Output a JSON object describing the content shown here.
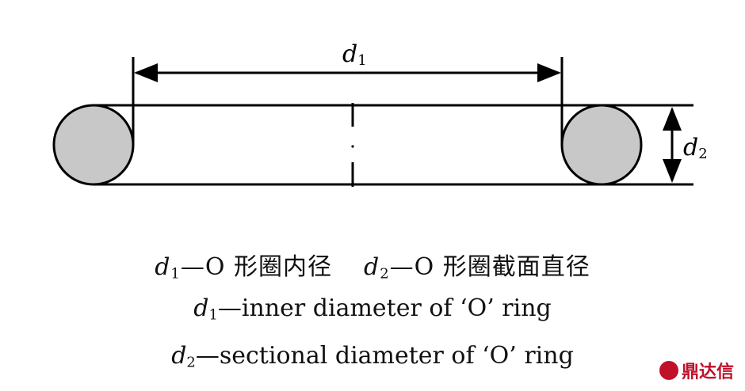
{
  "diagram": {
    "label_d1_letter": "d",
    "label_d1_sub": "1",
    "label_d2_letter": "d",
    "label_d2_sub": "2"
  },
  "captions": {
    "cn": {
      "d1_letter": "d",
      "d1_sub": "1",
      "d1_text": "—O 形圈内径",
      "d2_letter": "d",
      "d2_sub": "2",
      "d2_text": "—O 形圈截面直径"
    },
    "en1": {
      "letter": "d",
      "sub": "1",
      "text": "—inner diameter of ‘O’ ring"
    },
    "en2": {
      "letter": "d",
      "sub": "2",
      "text": "—sectional diameter of ‘O’ ring"
    }
  },
  "watermark": {
    "text": "鼎达信"
  },
  "colors": {
    "line": "#000000",
    "fill": "#c8c8c8",
    "watermark": "#c0102a"
  }
}
